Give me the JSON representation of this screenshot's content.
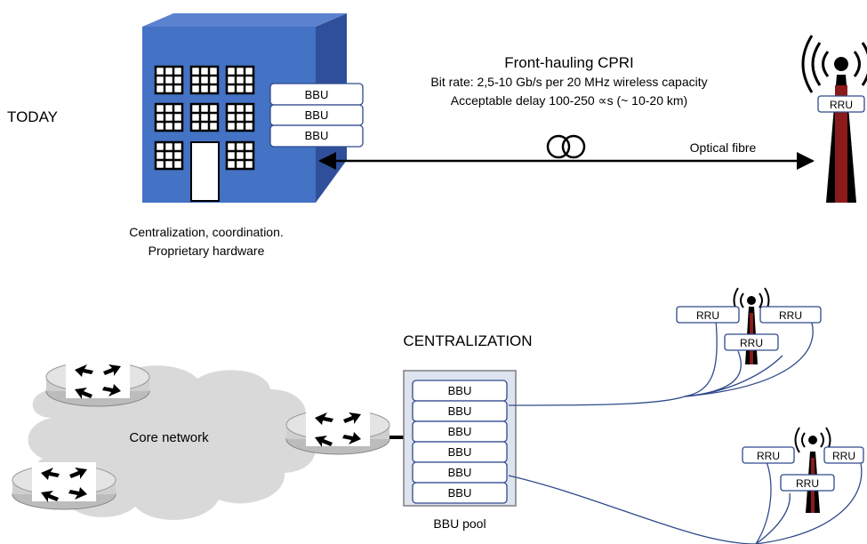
{
  "colors": {
    "building_front": "#4472c4",
    "building_side": "#2f4f9a",
    "building_top": "#5b82cf",
    "box_stroke": "#2f4a8a",
    "fiber": "#2f4a8a",
    "tower": "#000000",
    "cloud": "#d9d9d9",
    "router_body": "#e4e4e4",
    "pool_fill": "#dde3ef"
  },
  "today": {
    "label": "TODAY",
    "bbu_labels": [
      "BBU",
      "BBU",
      "BBU"
    ],
    "caption_line1": "Centralization, coordination.",
    "caption_line2": "Proprietary hardware",
    "link_title": "Front-hauling CPRI",
    "link_line1": "Bit rate: 2,5-10 Gb/s per 20 MHz wireless capacity",
    "link_line2": "Acceptable delay 100-250 ∝s (~ 10-20 km)",
    "fiber_label": "Optical fibre",
    "rru_label": "RRU"
  },
  "centralization": {
    "label": "CENTRALIZATION",
    "core_label": "Core network",
    "pool_label": "BBU pool",
    "pool_bbus": [
      "BBU",
      "BBU",
      "BBU",
      "BBU",
      "BBU",
      "BBU"
    ],
    "site1_rrus": [
      "RRU",
      "RRU",
      "RRU"
    ],
    "site2_rrus": [
      "RRU",
      "RRU",
      "RRU"
    ]
  },
  "icons": [
    "building-icon",
    "fiber-coil-icon",
    "antenna-tower-icon",
    "cloud-icon",
    "router-icon"
  ]
}
